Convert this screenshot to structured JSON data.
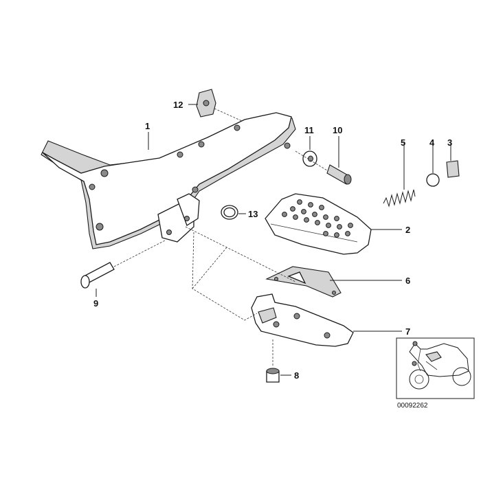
{
  "diagram": {
    "callouts": [
      {
        "id": "1",
        "label": "1"
      },
      {
        "id": "2",
        "label": "2"
      },
      {
        "id": "3",
        "label": "3"
      },
      {
        "id": "4",
        "label": "4"
      },
      {
        "id": "5",
        "label": "5"
      },
      {
        "id": "6",
        "label": "6"
      },
      {
        "id": "7",
        "label": "7"
      },
      {
        "id": "8",
        "label": "8"
      },
      {
        "id": "9",
        "label": "9"
      },
      {
        "id": "10",
        "label": "10"
      },
      {
        "id": "11",
        "label": "11"
      },
      {
        "id": "12",
        "label": "12"
      },
      {
        "id": "13",
        "label": "13"
      }
    ],
    "thumbnail": {
      "reference_number": "00092262"
    }
  }
}
